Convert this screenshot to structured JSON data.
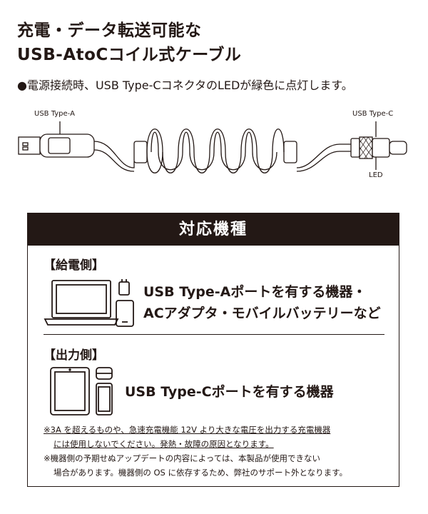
{
  "title": {
    "line1": "充電・データ転送可能な",
    "line2": "USB-AtoCコイル式ケーブル"
  },
  "led_note": "●電源接続時、USB Type-CコネクタのLEDが緑色に点灯します。",
  "diagram": {
    "label_usb_a": "USB Type-A",
    "label_usb_c": "USB Type-C",
    "label_led": "LED"
  },
  "compat": {
    "heading": "対応機種",
    "supply": {
      "label": "【給電側】",
      "line1": "USB Type-Aポートを有する機器・",
      "line2": "ACアダプタ・モバイルバッテリーなど"
    },
    "output": {
      "label": "【出力側】",
      "line1": "USB Type-Cポートを有する機器"
    },
    "notes": {
      "note1_line1": "※3A を超えるものや、急速充電機能 12V より大きな電圧を出力する充電機器",
      "note1_line2": "には使用しないでください。発熱・故障の原因となります。",
      "note2_line1": "※機器側の予期せぬアップデートの内容によっては、本製品が使用できない",
      "note2_line2": "場合があります。機器側の OS に依存するため、弊社のサポート外となります。"
    }
  }
}
